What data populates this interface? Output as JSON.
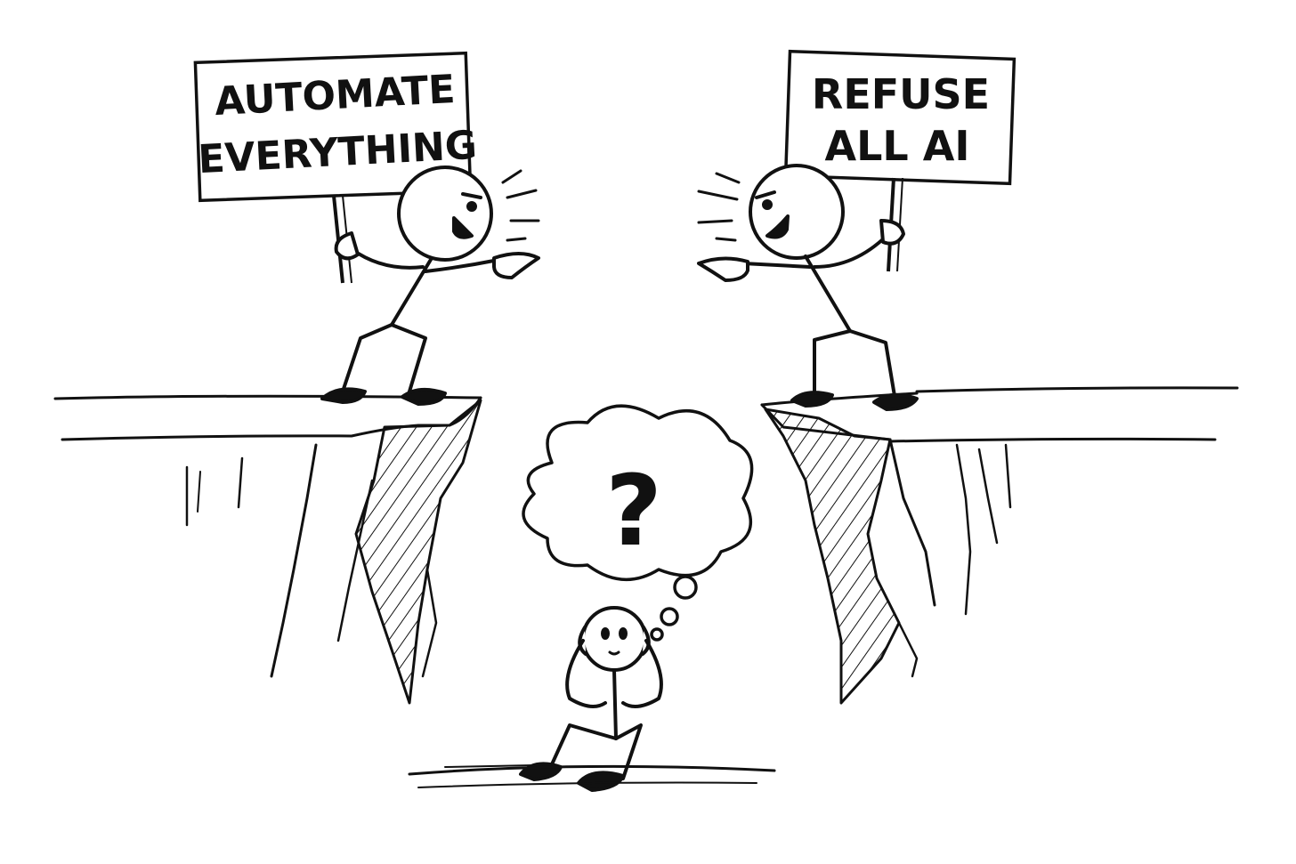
{
  "signs": {
    "left": {
      "line1": "AUTOMATE",
      "line2": "EVERYTHING"
    },
    "right": {
      "line1": "REFUSE",
      "line2": "ALL AI"
    }
  },
  "thought_bubble": {
    "symbol": "?"
  },
  "colors": {
    "ink": "#111111",
    "background": "#ffffff"
  }
}
